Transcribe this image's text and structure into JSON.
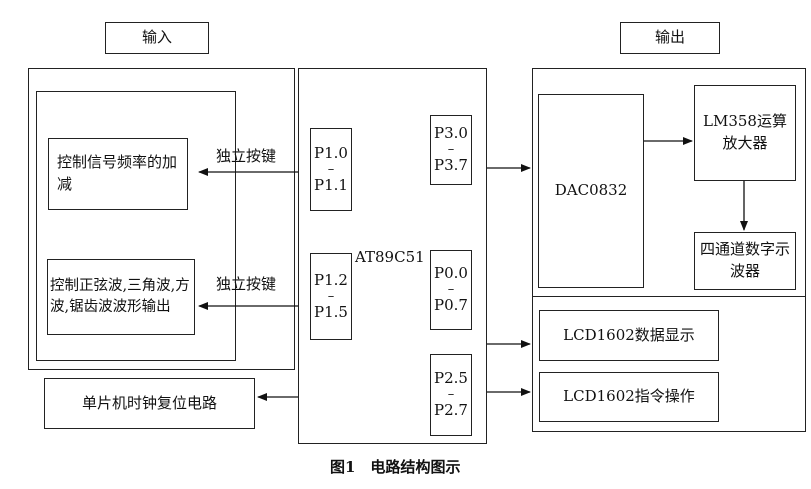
{
  "headers": {
    "input": "输入",
    "output": "输出"
  },
  "input_boxes": {
    "freq": "控制信号频率的加减",
    "wave": "控制正弦波,三角波,方波,锯齿波波形输出"
  },
  "arrow_labels": {
    "key1": "独立按键",
    "key2": "独立按键"
  },
  "mcu": {
    "name": "AT89C51",
    "p1a": {
      "top": "P1.0",
      "sep": "–",
      "bottom": "P1.1"
    },
    "p1b": {
      "top": "P1.2",
      "sep": "–",
      "bottom": "P1.5"
    },
    "p3": {
      "top": "P3.0",
      "sep": "–",
      "bottom": "P3.7"
    },
    "p0": {
      "top": "P0.0",
      "sep": "–",
      "bottom": "P0.7"
    },
    "p2": {
      "top": "P2.5",
      "sep": "–",
      "bottom": "P2.7"
    }
  },
  "output_boxes": {
    "dac": "DAC0832",
    "amp": "LM358运算放大器",
    "scope": "四通道数字示波器",
    "lcd_data": "LCD1602数据显示",
    "lcd_cmd": "LCD1602指令操作"
  },
  "clock_reset": "单片机时钟复位电路",
  "caption": "图1　电路结构图示"
}
